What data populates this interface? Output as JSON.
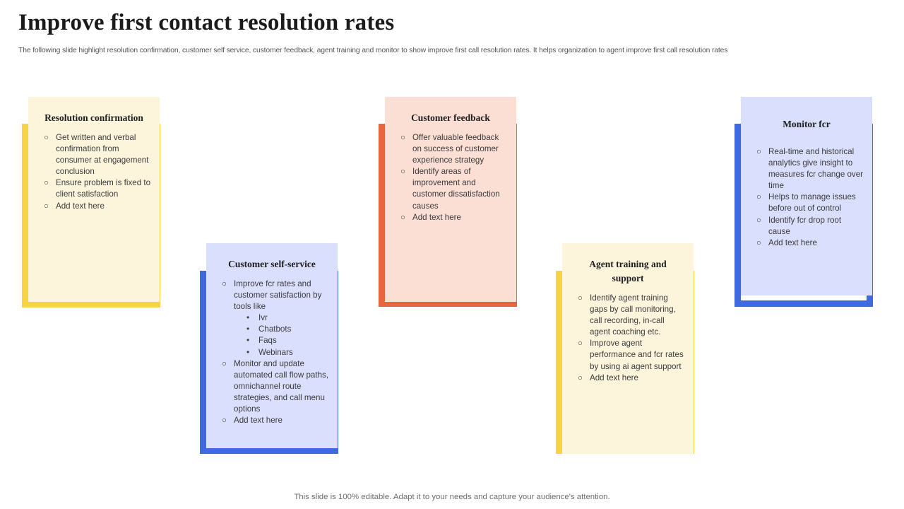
{
  "header": {
    "title": "Improve first contact resolution rates",
    "subtitle": "The following slide highlight resolution confirmation, customer self service, customer feedback, agent training and monitor to show improve first call resolution rates. It helps organization to agent improve first call resolution rates"
  },
  "footer": {
    "note": "This slide is 100% editable. Adapt it to your needs and capture your audience's attention."
  },
  "icons": {
    "bullet": "○",
    "sub_bullet": "•"
  },
  "colors": {
    "yellow_accent": "#F8D444",
    "yellow_body": "#FCF5DC",
    "blue_accent": "#4069E0",
    "blue_body": "#D9DFFD",
    "salmon_accent": "#E8663F",
    "salmon_body": "#FBDED4",
    "title_text": "#1b1b1b",
    "body_text": "#3b3b3b",
    "subtitle_text": "#565656",
    "footer_text": "#6d6d6d"
  },
  "cards": [
    {
      "id": "resolution-confirmation",
      "title": "Resolution confirmation",
      "accent": "#F8D444",
      "body": "#FCF5DC",
      "bullets": [
        {
          "text": "Get written and verbal confirmation from consumer at engagement conclusion"
        },
        {
          "text": "Ensure problem is fixed to client satisfaction"
        },
        {
          "text": "Add text here"
        }
      ]
    },
    {
      "id": "customer-self-service",
      "title": "Customer self-service",
      "accent": "#4069E0",
      "body": "#D9DFFD",
      "bullets": [
        {
          "text": "Improve  fcr rates and customer satisfaction by tools like",
          "sub": [
            "Ivr",
            "Chatbots",
            "Faqs",
            "Webinars"
          ]
        },
        {
          "text": "Monitor and update automated call flow paths, omnichannel route strategies, and call menu options"
        },
        {
          "text": "Add text here"
        }
      ]
    },
    {
      "id": "customer-feedback",
      "title": "Customer feedback",
      "accent": "#E8663F",
      "body": "#FBDED4",
      "bullets": [
        {
          "text": "Offer valuable  feedback on success of customer experience  strategy"
        },
        {
          "text": "Identify areas of improvement and customer dissatisfaction causes"
        },
        {
          "text": "Add text here"
        }
      ]
    },
    {
      "id": "agent-training-and-support",
      "title": "Agent training and support",
      "accent": "#F8D444",
      "body": "#FCF5DC",
      "bullets": [
        {
          "text": "Identify agent training gaps by call monitoring, call recording, in-call agent coaching etc."
        },
        {
          "text": "Improve  agent performance  and fcr rates by using ai agent  support"
        },
        {
          "text": "Add text here"
        }
      ]
    },
    {
      "id": "monitor-fcr",
      "title": "Monitor fcr",
      "accent": "#4069E0",
      "body": "#D9DFFD",
      "bullets": [
        {
          "text": "Real-time  and historical analytics give  insight to measures  fcr change over  time"
        },
        {
          "text": "Helps to manage  issues before  out of control"
        },
        {
          "text": "Identify fcr drop root cause"
        },
        {
          "text": "Add text here"
        }
      ]
    }
  ]
}
